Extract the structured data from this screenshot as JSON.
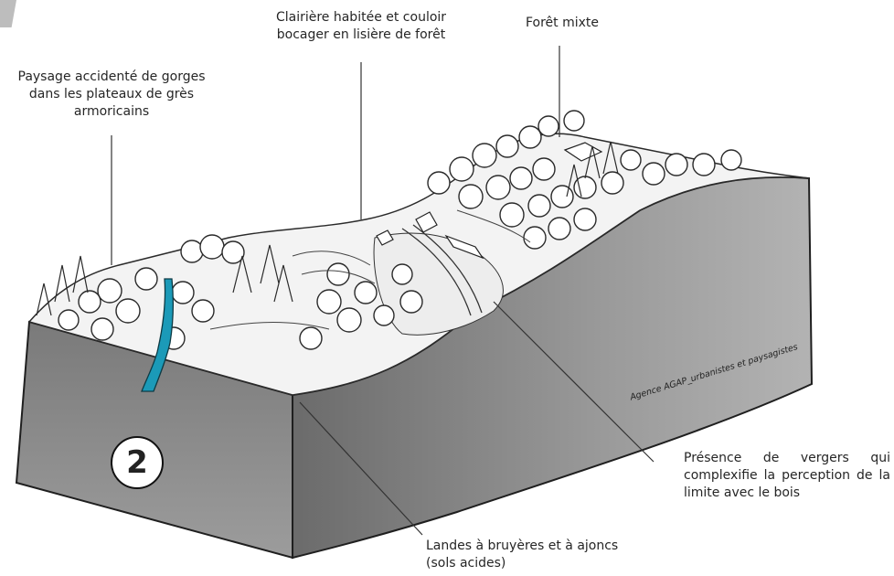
{
  "labels": {
    "gorges": "Paysage accidenté de gorges dans les plateaux de grès armoricains",
    "clairiere": "Clairière habitée et couloir bocager en lisière de forêt",
    "foret": "Forêt mixte",
    "vergers": "Présence de vergers qui complexifie la perception de la limite avec le bois",
    "landes": "Landes à bruyères et à ajoncs (sols acides)"
  },
  "credit": "Agence AGAP_urbanistes et paysagistes",
  "number_badge": "2",
  "colors": {
    "block_side": "#8f8f8f",
    "block_front": "#6e6e6e",
    "stream": "#1b9ab8",
    "ink": "#2a2a2a"
  }
}
